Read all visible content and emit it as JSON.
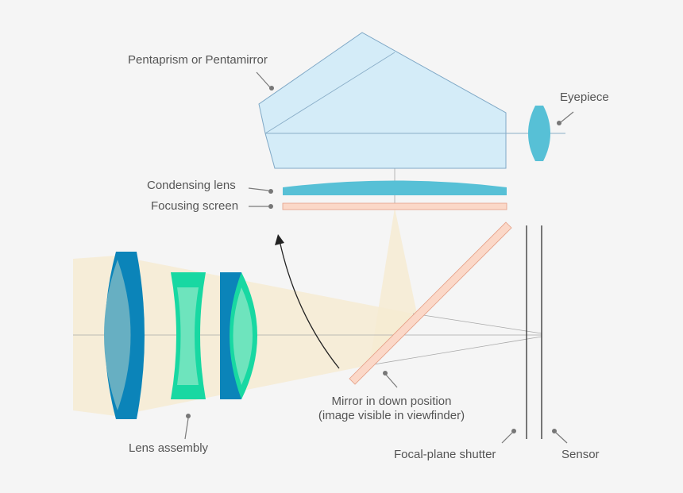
{
  "labels": {
    "pentaprism": "Pentaprism or Pentamirror",
    "eyepiece": "Eyepiece",
    "condensing_lens": "Condensing lens",
    "focusing_screen": "Focusing screen",
    "mirror_line1": "Mirror in down position",
    "mirror_line2": "(image visible in viewfinder)",
    "lens_assembly": "Lens assembly",
    "shutter": "Focal-plane shutter",
    "sensor": "Sensor"
  },
  "colors": {
    "background": "#f5f5f5",
    "light_beam": "#f6ebd2",
    "prism_fill": "#d4ecf8",
    "prism_stroke": "#7fa8c6",
    "lens_teal": "#57c0d6",
    "lens_blue": "#0b84b9",
    "lens_green": "#18d8a2",
    "mirror_fill": "#fbd8c8",
    "mirror_stroke": "#e59f86",
    "text": "#555555",
    "line": "#333333"
  }
}
